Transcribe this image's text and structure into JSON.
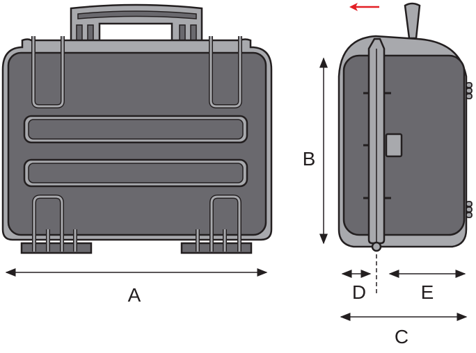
{
  "colors": {
    "shell": "#a8a9ad",
    "panel": "#6a696e",
    "outline": "#231f20",
    "arrow": "#e31e24"
  },
  "dimensions": {
    "a": "A",
    "b": "B",
    "c": "C",
    "d": "D",
    "e": "E"
  }
}
